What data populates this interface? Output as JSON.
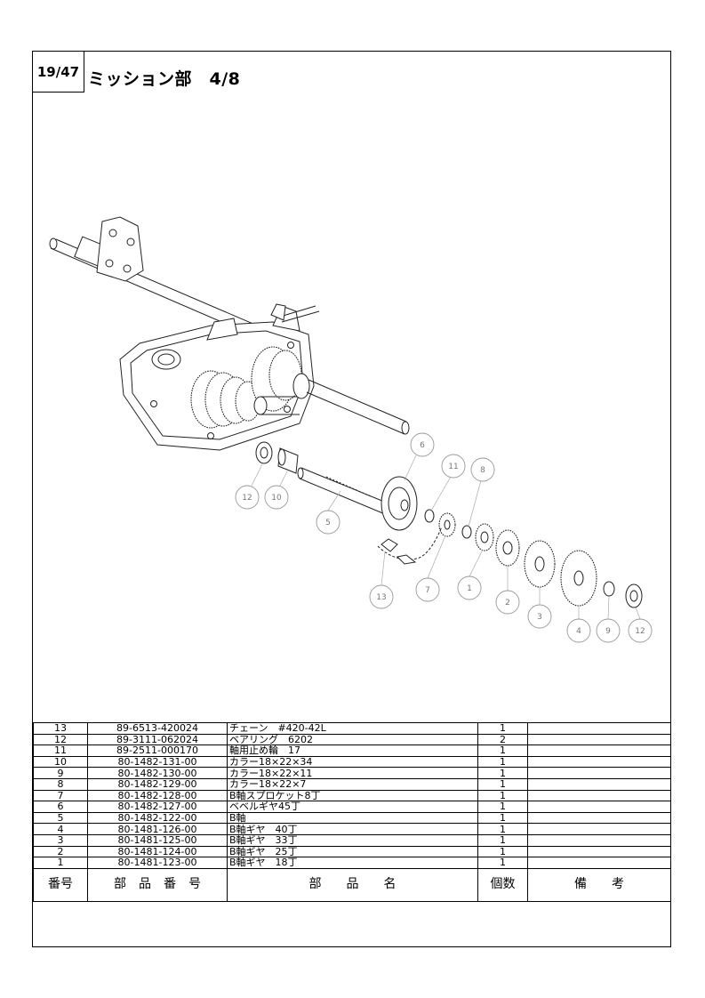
{
  "header": {
    "page": "19/47",
    "title": "ミッション部　4/8"
  },
  "callouts": [
    "1",
    "2",
    "3",
    "4",
    "5",
    "6",
    "7",
    "8",
    "9",
    "10",
    "11",
    "12",
    "12",
    "13"
  ],
  "table": {
    "headers": [
      "番号",
      "部　品　番　号",
      "部　　品　　名",
      "個数",
      "備　　考"
    ],
    "rows": [
      {
        "no": "13",
        "part": "89-6513-420024",
        "name": "チェーン　#420-42L",
        "qty": "1",
        "note": ""
      },
      {
        "no": "12",
        "part": "89-3111-062024",
        "name": "ベアリング　6202",
        "qty": "2",
        "note": ""
      },
      {
        "no": "11",
        "part": "89-2511-000170",
        "name": "軸用止め輪　17",
        "qty": "1",
        "note": ""
      },
      {
        "no": "10",
        "part": "80-1482-131-00",
        "name": "カラー18×22×34",
        "qty": "1",
        "note": ""
      },
      {
        "no": "9",
        "part": "80-1482-130-00",
        "name": "カラー18×22×11",
        "qty": "1",
        "note": ""
      },
      {
        "no": "8",
        "part": "80-1482-129-00",
        "name": "カラー18×22×7",
        "qty": "1",
        "note": ""
      },
      {
        "no": "7",
        "part": "80-1482-128-00",
        "name": "B軸スプロケット8丁",
        "qty": "1",
        "note": ""
      },
      {
        "no": "6",
        "part": "80-1482-127-00",
        "name": "ベベルギヤ45丁",
        "qty": "1",
        "note": ""
      },
      {
        "no": "5",
        "part": "80-1482-122-00",
        "name": "B軸",
        "qty": "1",
        "note": ""
      },
      {
        "no": "4",
        "part": "80-1481-126-00",
        "name": "B軸ギヤ　40丁",
        "qty": "1",
        "note": ""
      },
      {
        "no": "3",
        "part": "80-1481-125-00",
        "name": "B軸ギヤ　33丁",
        "qty": "1",
        "note": ""
      },
      {
        "no": "2",
        "part": "80-1481-124-00",
        "name": "B軸ギヤ　25丁",
        "qty": "1",
        "note": ""
      },
      {
        "no": "1",
        "part": "80-1481-123-00",
        "name": "B軸ギヤ　18丁",
        "qty": "1",
        "note": ""
      }
    ]
  }
}
